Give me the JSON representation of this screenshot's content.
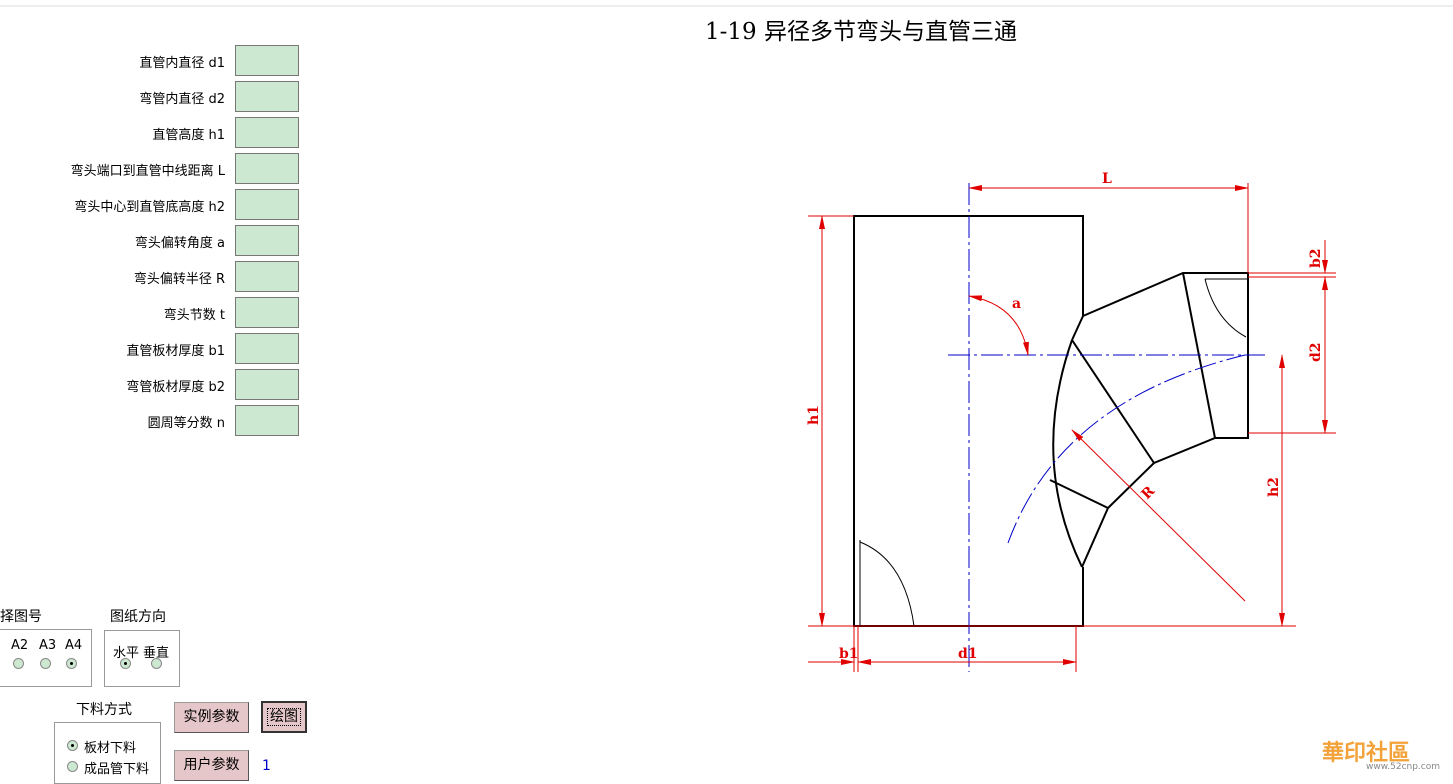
{
  "title": "1-19 异径多节弯头与直管三通",
  "params": [
    {
      "label": "直管内直径 d1",
      "value": ""
    },
    {
      "label": "弯管内直径 d2",
      "value": ""
    },
    {
      "label": "直管高度 h1",
      "value": ""
    },
    {
      "label": "弯头端口到直管中线距离 L",
      "value": ""
    },
    {
      "label": "弯头中心到直管底高度 h2",
      "value": ""
    },
    {
      "label": "弯头偏转角度 a",
      "value": ""
    },
    {
      "label": "弯头偏转半径 R",
      "value": ""
    },
    {
      "label": "弯头节数 t",
      "value": ""
    },
    {
      "label": "直管板材厚度 b1",
      "value": ""
    },
    {
      "label": "弯管板材厚度 b2",
      "value": ""
    },
    {
      "label": "圆周等分数 n",
      "value": ""
    }
  ],
  "paper": {
    "label": "择图号",
    "options": [
      "A2",
      "A3",
      "A4"
    ],
    "selected": "A4"
  },
  "orientation": {
    "label": "图纸方向",
    "options": [
      "水平",
      "垂直"
    ],
    "selected": "水平"
  },
  "cut": {
    "label": "下料方式",
    "options": [
      "板材下料",
      "成品管下料"
    ],
    "selected": "板材下料"
  },
  "buttons": {
    "example": "实例参数",
    "draw": "绘图",
    "user": "用户参数"
  },
  "user_count": "1",
  "dims": {
    "L": "L",
    "a": "a",
    "b2": "b2",
    "d2": "d2",
    "h1": "h1",
    "h2": "h2",
    "R": "R",
    "b1": "b1",
    "d1": "d1"
  },
  "watermark": {
    "text": "華印社區",
    "url": "www.52cnp.com"
  },
  "colors": {
    "dim": "#e00000",
    "center": "#0000c8",
    "input": "#cde8d0",
    "button": "#e6c7c9"
  }
}
